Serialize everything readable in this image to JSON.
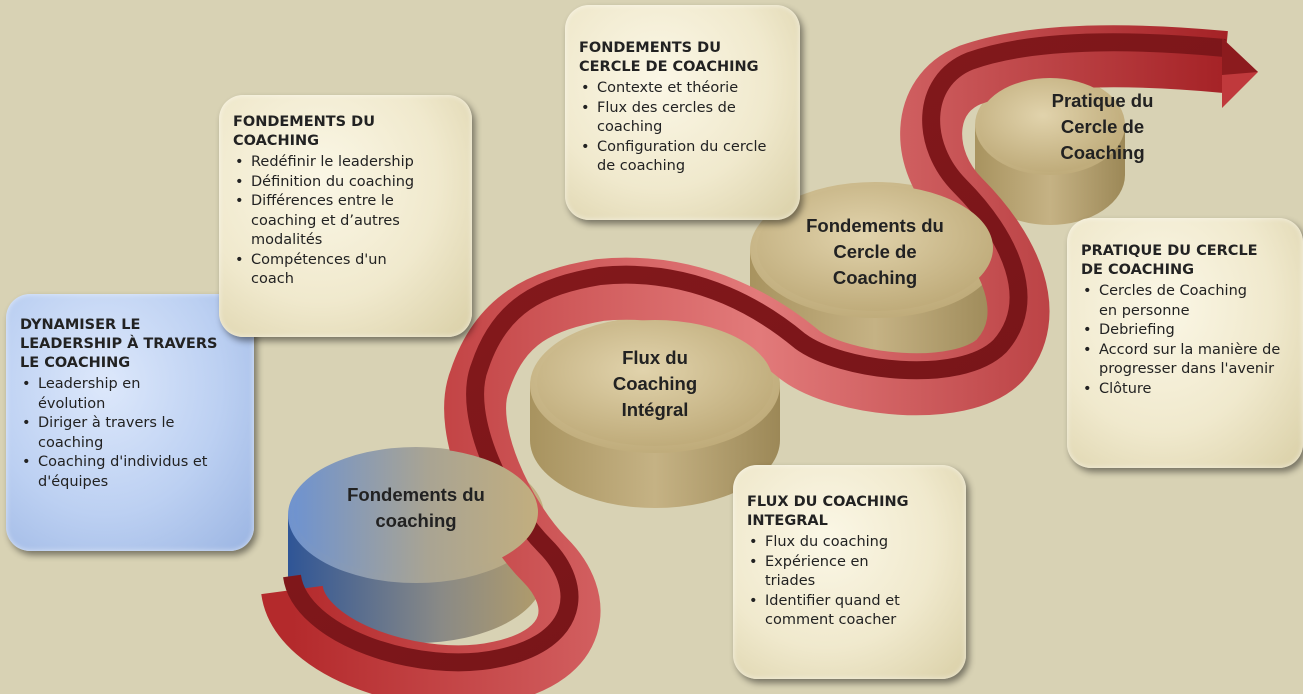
{
  "stages": [
    {
      "label": "Fondements du\ncoaching"
    },
    {
      "label": "Flux du\nCoaching\nIntégral"
    },
    {
      "label": "Fondements du\nCercle de\nCoaching"
    },
    {
      "label": "Pratique du\nCercle de\nCoaching"
    }
  ],
  "boxes": [
    {
      "title": "DYNAMISER LE\nLEADERSHIP À TRAVERS\nLE COACHING",
      "items": [
        "Leadership en évolution",
        "Diriger à travers le coaching",
        "Coaching d'individus et d'équipes"
      ]
    },
    {
      "title": "FONDEMENTS DU\nCOACHING",
      "items": [
        "Redéfinir le leadership",
        "Définition du coaching",
        "Différences entre le coaching et d’autres modalités",
        "Compétences d'un coach"
      ]
    },
    {
      "title": "FONDEMENTS DU\nCERCLE DE COACHING",
      "items": [
        "Contexte et théorie",
        "Flux des cercles de coaching",
        "Configuration du cercle de coaching"
      ]
    },
    {
      "title": "PRATIQUE DU CERCLE\nDE COACHING",
      "items": [
        "Cercles de Coaching en personne",
        "Debriefing",
        "Accord sur la manière de progresser dans l'avenir",
        "Clôture"
      ]
    },
    {
      "title": "FLUX DU COACHING\nINTEGRAL",
      "items": [
        "Flux du coaching",
        "Expérience en triades",
        "Identifier quand et comment coacher"
      ]
    }
  ],
  "colors": {
    "background": "#d8d2b4",
    "arrow": "#c0393c",
    "disk": "#c9b88c",
    "disk_blue": "#4a70b0",
    "box": "#f4eed6",
    "box_blue": "#b9cdf0"
  }
}
